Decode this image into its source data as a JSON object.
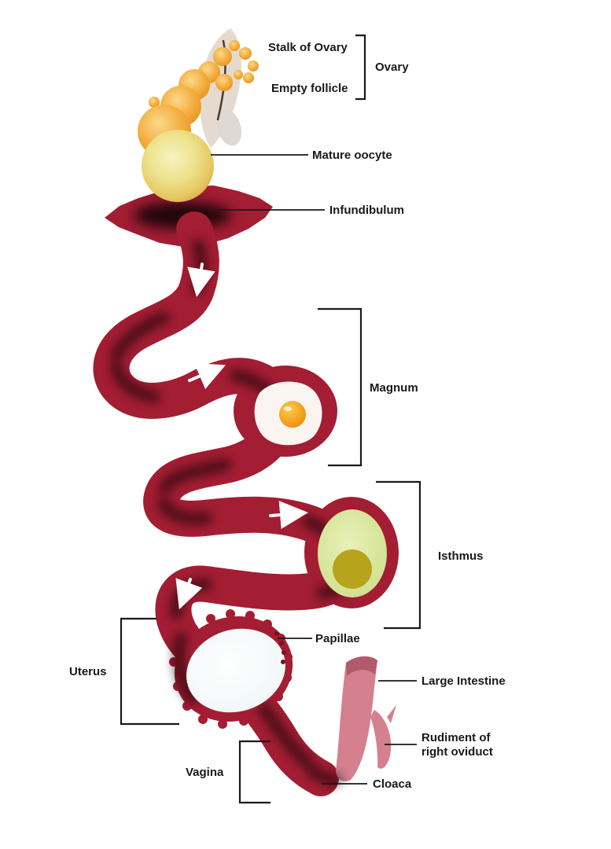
{
  "figure": "Hen reproductive system (oviduct) diagram",
  "labels": {
    "stalk_of_ovary": "Stalk of Ovary",
    "empty_follicle": "Empty follicle",
    "ovary": "Ovary",
    "mature_oocyte": "Mature oocyte",
    "infundibulum": "Infundibulum",
    "magnum": "Magnum",
    "isthmus": "Isthmus",
    "papillae": "Papillae",
    "uterus": "Uterus",
    "large_intestine": "Large Intestine",
    "rudiment_of_right_oviduct": "Rudiment of right oviduct",
    "vagina": "Vagina",
    "cloaca": "Cloaca"
  },
  "colors": {
    "oviduct_crimson": "#A31D33",
    "oviduct_dark_shading": "#1C060C",
    "follicle_orange": "#F0A12F",
    "mature_oocyte_yellow": "#EDE28C",
    "egg_yolk_orange": "#F2930B",
    "magnum_egg_white": "#FBF5F2",
    "isthmus_egg_green": "#D6E59A",
    "isthmus_yolk_olive": "#B7A41C",
    "uterus_egg_white": "#F4F8F8",
    "large_intestine_pink": "#D4808F",
    "ovary_stalk_beige": "#E6DACE",
    "label_text": "#191919",
    "background": "#FFFFFF"
  }
}
